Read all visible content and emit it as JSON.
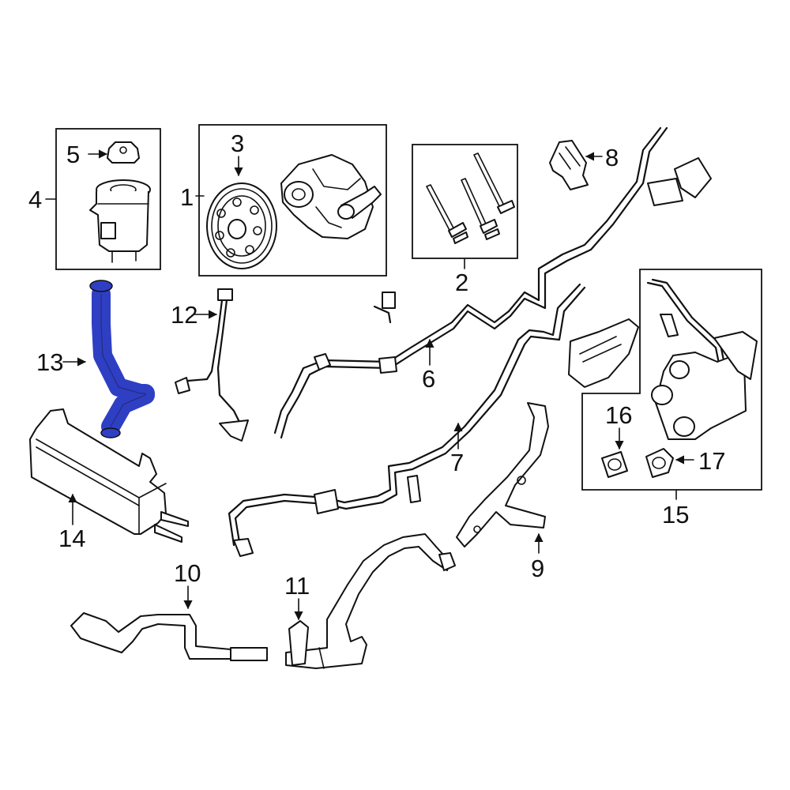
{
  "callouts": {
    "c1": "1",
    "c2": "2",
    "c3": "3",
    "c4": "4",
    "c5": "5",
    "c6": "6",
    "c7": "7",
    "c8": "8",
    "c9": "9",
    "c10": "10",
    "c11": "11",
    "c12": "12",
    "c13": "13",
    "c14": "14",
    "c15": "15",
    "c16": "16",
    "c17": "17"
  },
  "colors": {
    "highlight_part": "#2f3fc4",
    "line": "#111111",
    "background": "#ffffff"
  }
}
